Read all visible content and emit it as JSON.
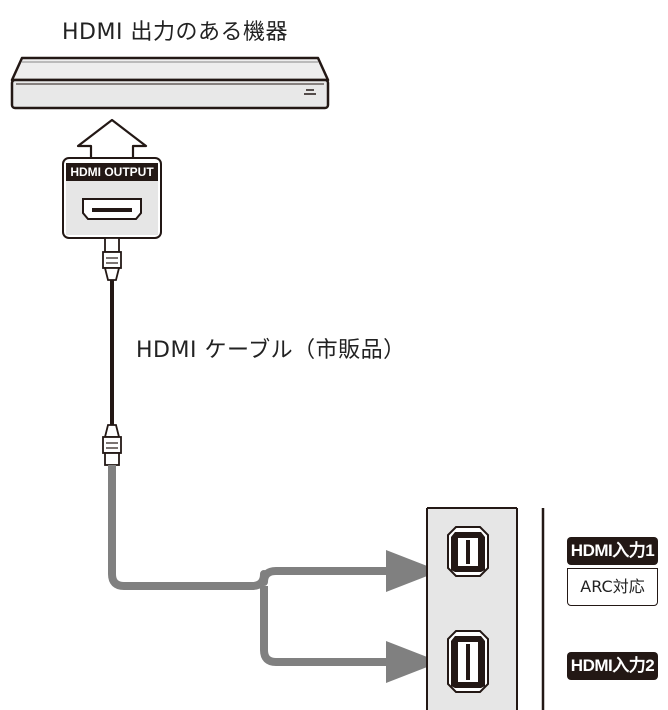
{
  "source_device": {
    "label": "HDMI 出力のある機器"
  },
  "output_port": {
    "label": "HDMI OUTPUT"
  },
  "cable": {
    "label": "HDMI ケーブル（市販品）"
  },
  "tv_inputs": [
    {
      "label": "HDMI入力1",
      "note": "ARC対応"
    },
    {
      "label": "HDMI入力2"
    }
  ],
  "colors": {
    "cable_gray": "#808080",
    "badge_bg": "#231815",
    "panel_bg": "#e6e6e6"
  }
}
